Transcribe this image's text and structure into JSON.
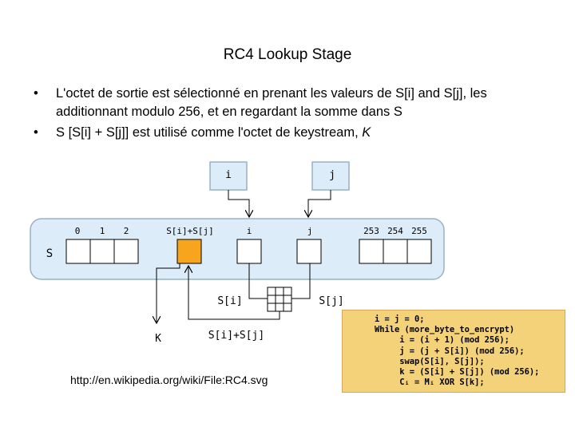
{
  "slide": {
    "title": "RC4 Lookup Stage",
    "bullet_1": "L'octet de sortie est sélectionné en prenant les valeurs de S[i] and S[j], les additionnant modulo 256, et en regardant la somme dans S",
    "bullet_2_prefix": "S [S[i] + S[j]] est utilisé comme l'octet de keystream, ",
    "bullet_2_var": "K",
    "url": "http://en.wikipedia.org/wiki/File:RC4.svg"
  },
  "diagram": {
    "box_i_label": "i",
    "box_j_label": "j",
    "array_label": "S",
    "index_labels": [
      "0",
      "1",
      "2",
      "S[i]+S[j]",
      "i",
      "j",
      "253",
      "254",
      "255"
    ],
    "si_label": "S[i]",
    "sj_label": "S[j]",
    "sum_label": "S[i]+S[j]",
    "k_label": "K",
    "colors": {
      "array_fill": "#dcecf8",
      "array_border": "#9ab0c4",
      "highlight": "#f7a51c",
      "code_bg": "#f4d27a"
    }
  },
  "code": {
    "lines": [
      "i = j = 0;",
      "While (more_byte_to_encrypt)",
      "     i = (i + 1) (mod 256);",
      "     j = (j + S[i]) (mod 256);",
      "     swap(S[i], S[j]);",
      "     k = (S[i] + S[j]) (mod 256);",
      "     Cᵢ = Mᵢ XOR S[k];"
    ]
  }
}
